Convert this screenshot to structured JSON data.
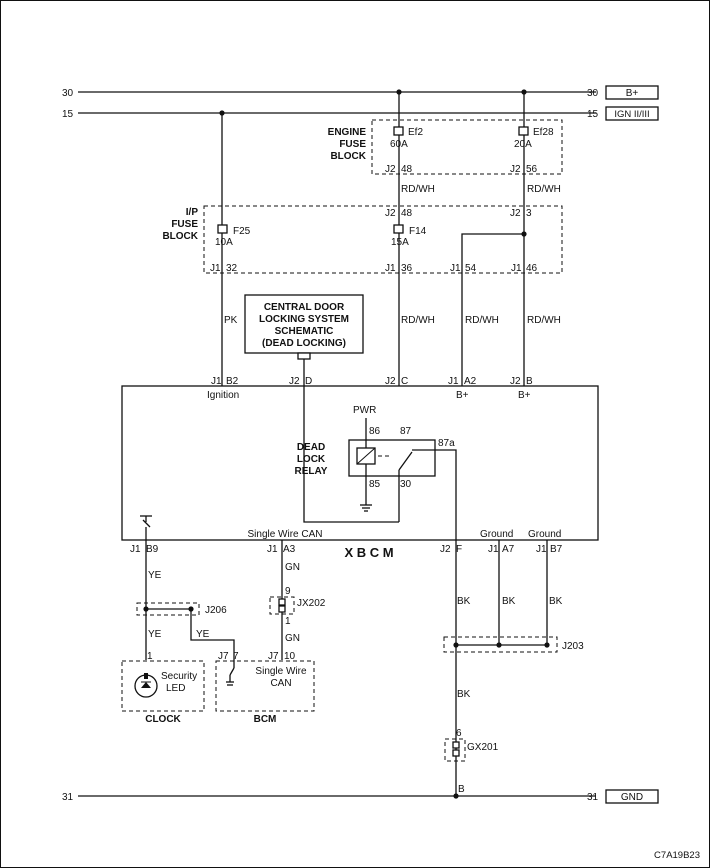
{
  "rails": {
    "r30_left": "30",
    "r30_right": "30",
    "r30_tag": "B+",
    "r15_left": "15",
    "r15_right": "15",
    "r15_tag": "IGN II/III",
    "r31_left": "31",
    "r31_right": "31",
    "r31_tag": "GND"
  },
  "engine_fuse_block": {
    "label_line1": "ENGINE",
    "label_line2": "FUSE",
    "label_line3": "BLOCK",
    "fuse1": {
      "name": "Ef2",
      "rating": "60A",
      "conn": "J2",
      "pin": "48"
    },
    "fuse2": {
      "name": "Ef28",
      "rating": "20A",
      "conn": "J2",
      "pin": "56"
    }
  },
  "ip_fuse_block": {
    "label_line1": "I/P",
    "label_line2": "FUSE",
    "label_line3": "BLOCK",
    "in1": {
      "conn": "J2",
      "pin": "48"
    },
    "in2": {
      "conn": "J2",
      "pin": "3"
    },
    "fuse1": {
      "name": "F25",
      "rating": "10A",
      "conn": "J1",
      "pin": "32"
    },
    "fuse2": {
      "name": "F14",
      "rating": "15A",
      "conn": "J1",
      "pin": "36"
    },
    "out3": {
      "conn": "J1",
      "pin": "54"
    },
    "out4": {
      "conn": "J1",
      "pin": "46"
    }
  },
  "wires": {
    "rdwh": "RD/WH",
    "pk": "PK",
    "ye": "YE",
    "gn": "GN",
    "bk": "BK"
  },
  "ref_box": {
    "line1": "CENTRAL DOOR",
    "line2": "LOCKING SYSTEM",
    "line3": "SCHEMATIC",
    "line4": "(DEAD LOCKING)"
  },
  "xbcm": {
    "name": "X B C M",
    "pins_top": [
      {
        "conn": "J1",
        "pin": "B2",
        "label": "Ignition"
      },
      {
        "conn": "J2",
        "pin": "D",
        "label": ""
      },
      {
        "conn": "J2",
        "pin": "C",
        "label": ""
      },
      {
        "conn": "J1",
        "pin": "A2",
        "label": "B+"
      },
      {
        "conn": "J2",
        "pin": "B",
        "label": "B+"
      }
    ],
    "relay": {
      "line1": "DEAD",
      "line2": "LOCK",
      "line3": "RELAY",
      "pwr": "PWR",
      "p86": "86",
      "p87": "87",
      "p87a": "87a",
      "p85": "85",
      "p30": "30"
    },
    "can_label": "Single Wire CAN",
    "ground1": "Ground",
    "ground2": "Ground",
    "pins_bottom": [
      {
        "conn": "J1",
        "pin": "B9"
      },
      {
        "conn": "J1",
        "pin": "A3"
      },
      {
        "conn": "J2",
        "pin": "F"
      },
      {
        "conn": "J1",
        "pin": "A7"
      },
      {
        "conn": "J1",
        "pin": "B7"
      }
    ]
  },
  "splices": {
    "j206": "J206",
    "jx202": "JX202",
    "jx202_top": "9",
    "jx202_bot": "1",
    "j203": "J203",
    "gx201": "GX201",
    "gx201_top": "6",
    "gnd_pin": "B"
  },
  "clock": {
    "name": "CLOCK",
    "pin": "1",
    "led1": "Security",
    "led2": "LED"
  },
  "bcm": {
    "name": "BCM",
    "pin1_conn": "J7",
    "pin1": "7",
    "pin2_conn": "J7",
    "pin2": "10",
    "can1": "Single Wire",
    "can2": "CAN"
  },
  "footer": {
    "code": "C7A19B23"
  }
}
